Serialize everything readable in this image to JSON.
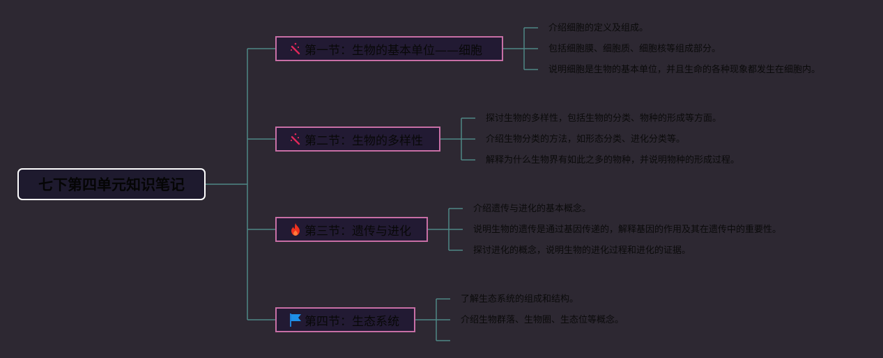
{
  "root": {
    "title": "七下第四单元知识笔记"
  },
  "colors": {
    "background": "#2d2832",
    "connector": "#4f8886",
    "section_border": "#c86fa6",
    "root_border": "#ffffff"
  },
  "sections": [
    {
      "title": "第一节：生物的基本单位——细胞",
      "icon": "magic-wand-icon",
      "points": [
        "介绍细胞的定义及组成。",
        "包括细胞膜、细胞质、细胞核等组成部分。",
        "说明细胞是生物的基本单位，并且生命的各种现象都发生在细胞内。"
      ]
    },
    {
      "title": "第二节：生物的多样性",
      "icon": "magic-wand-icon",
      "points": [
        "探讨生物的多样性，包括生物的分类、物种的形成等方面。",
        "介绍生物分类的方法，如形态分类、进化分类等。",
        "解释为什么生物界有如此之多的物种，并说明物种的形成过程。"
      ]
    },
    {
      "title": "第三节：遗传与进化",
      "icon": "fire-icon",
      "points": [
        "介绍遗传与进化的基本概念。",
        "说明生物的遗传是通过基因传递的，解释基因的作用及其在遗传中的重要性。",
        "探讨进化的概念，说明生物的进化过程和进化的证据。"
      ]
    },
    {
      "title": "第四节：生态系统",
      "icon": "flag-icon",
      "points": [
        "了解生态系统的组成和结构。",
        "介绍生物群落、生物圈、生态位等概念。",
        ""
      ]
    }
  ]
}
